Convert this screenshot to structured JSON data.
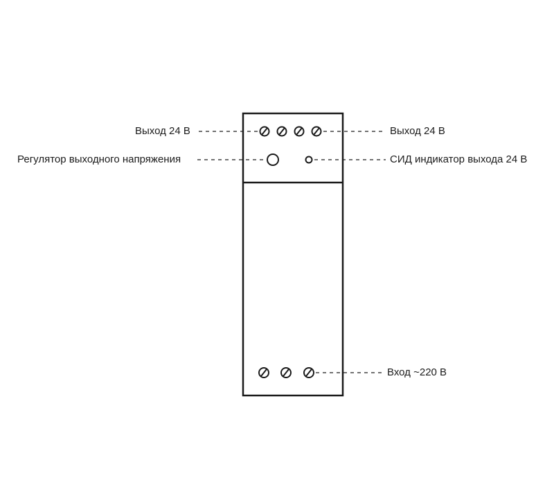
{
  "labels": {
    "output_left": "Выход 24 В",
    "regulator": "Регулятор выходного напряжения",
    "output_right": "Выход 24 В",
    "led": "СИД индикатор выхода 24 В",
    "input": "Вход ~220 В"
  },
  "colors": {
    "ink": "#1a1a1a",
    "background": "#ffffff"
  }
}
